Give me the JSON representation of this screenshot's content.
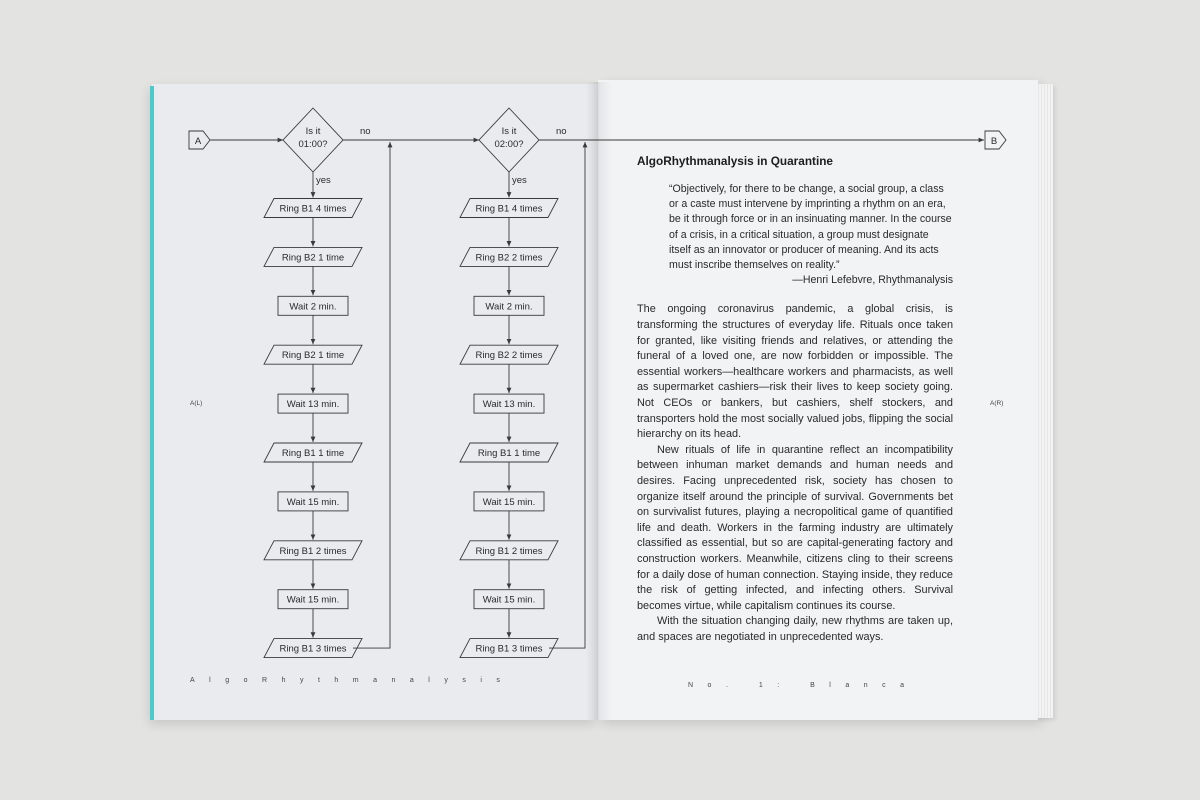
{
  "flowcharts": [
    {
      "decision": [
        "Is it",
        "01:00?"
      ],
      "yes_label": "yes",
      "no_label": "no",
      "steps": [
        "Ring B1 4 times",
        "Ring B2 1 time",
        "Wait 2 min.",
        "Ring B2 1 time",
        "Wait 13 min.",
        "Ring B1 1 time",
        "Wait 15 min.",
        "Ring B1 2 times",
        "Wait 15 min.",
        "Ring B1 3 times"
      ]
    },
    {
      "decision": [
        "Is it",
        "02:00?"
      ],
      "yes_label": "yes",
      "no_label": "no",
      "steps": [
        "Ring B1 4 times",
        "Ring B2 2 times",
        "Wait 2 min.",
        "Ring B2 2 times",
        "Wait 13 min.",
        "Ring B1 1 time",
        "Wait 15 min.",
        "Ring B1 2 times",
        "Wait 15 min.",
        "Ring B1 3 times"
      ]
    }
  ],
  "connectors": {
    "start": "A",
    "end": "B"
  },
  "side_tags": {
    "left": "A(L)",
    "right": "A(R)"
  },
  "footer": {
    "left": "AlgoRhythmanalysis",
    "right": "No. 1: Blanca"
  },
  "article": {
    "title": "AlgoRhythmanalysis in Quarantine",
    "epigraph": "“Objectively, for there to be change, a social group, a class or a caste must intervene by imprinting a rhythm on an era, be it through force or in an insinuating manner. In the course of a crisis, in a critical situation, a group must designate itself as an innovator or producer of meaning. And its acts must inscribe themselves on reality.”",
    "epigraph_credit": "—Henri Lefebvre, Rhythmanalysis",
    "paragraphs": [
      "The ongoing coronavirus pandemic, a global crisis, is transforming the structures of everyday life. Rituals once taken for granted, like visiting friends and relatives, or attending the funeral of a loved one, are now forbidden or impossible. The essential workers—healthcare workers and pharmacists, as well as supermarket cashiers—risk their lives to keep society going. Not CEOs or bankers, but cashiers, shelf stockers, and transporters hold the most socially valued jobs, flipping the social hierarchy on its head.",
      "New rituals of life in quarantine reflect an incompatibility between inhuman market demands and human needs and desires. Facing unprecedented risk, society has chosen to organize itself around the principle of survival. Governments bet on survivalist futures, playing a necropolitical game of quantified life and death. Workers in the farming industry are ultimately classified as essential, but so are capital-generating factory and construction workers. Meanwhile, citizens cling to their screens for a daily dose of human connection. Staying inside, they reduce the risk of getting infected, and infecting others. Survival becomes virtue, while capitalism continues its course.",
      "With the situation changing daily, new rhythms are taken up, and spaces are negotiated in unprecedented ways."
    ]
  }
}
